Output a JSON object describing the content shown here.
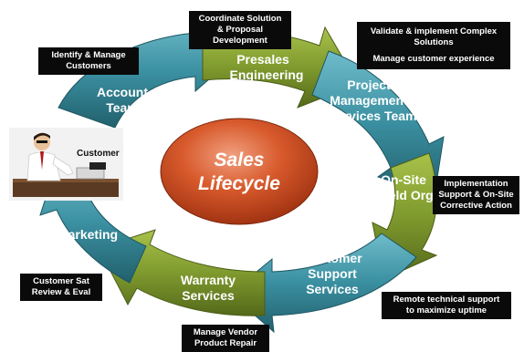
{
  "center": {
    "line1": "Sales",
    "line2": "Lifecycle"
  },
  "segments": {
    "account_team": {
      "line1": "Account",
      "line2": "Team"
    },
    "presales": {
      "line1": "Presales",
      "line2": "Engineering"
    },
    "pm": {
      "line1": "Project",
      "line2": "Management",
      "line3": "Services Team"
    },
    "onsite": {
      "line1": "On-Site",
      "line2": "Field Org"
    },
    "support": {
      "line1": "Customer",
      "line2": "Support",
      "line3": "Services"
    },
    "warranty": {
      "line1": "Warranty",
      "line2": "Services"
    },
    "marketing": {
      "line1": "Marketing"
    }
  },
  "notes": {
    "identify": {
      "line1": "Identify & Manage",
      "line2": "Customers"
    },
    "coordinate": {
      "line1": "Coordinate Solution",
      "line2": "& Proposal",
      "line3": "Development"
    },
    "validate": {
      "line1": "Validate & implement Complex",
      "line2": "Solutions",
      "line3": "Manage customer experience"
    },
    "implementation": {
      "line1": "Implementation",
      "line2": "Support & On-Site",
      "line3": "Corrective Action"
    },
    "remote": {
      "line1": "Remote technical support",
      "line2": "to maximize uptime"
    },
    "vendor": {
      "line1": "Manage Vendor",
      "line2": "Product Repair"
    },
    "custsat": {
      "line1": "Customer Sat",
      "line2": "Review & Eval"
    }
  },
  "customer": {
    "label": "Customer"
  },
  "colors": {
    "teal": "#3a8fa0",
    "olive": "#7f9a2e",
    "center": "#c4431c",
    "note_bg": "#0a0a0a"
  }
}
